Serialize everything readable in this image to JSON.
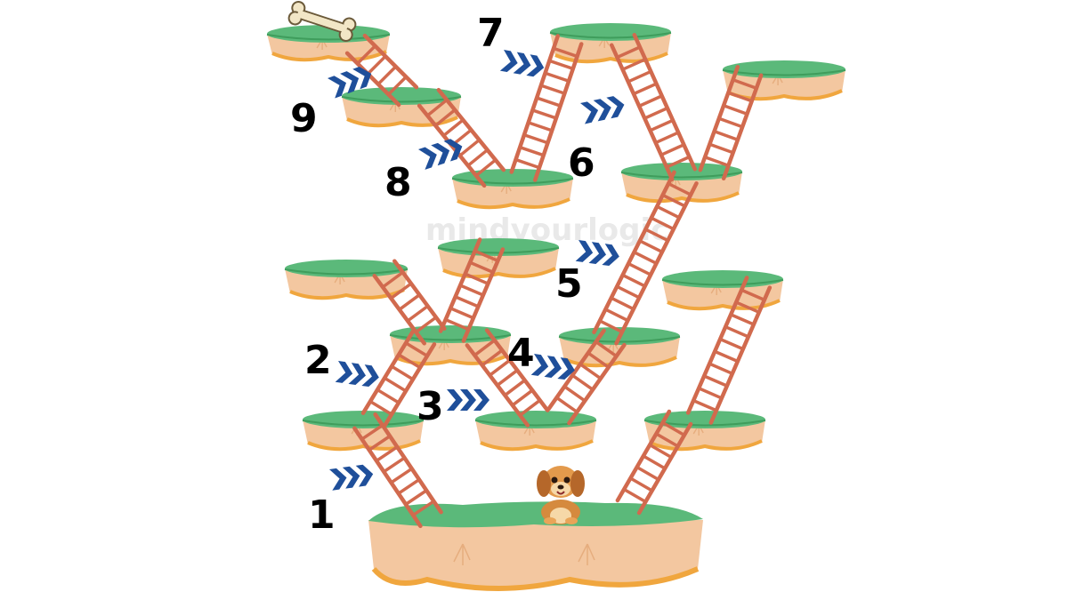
{
  "watermark": "mindyourlogic",
  "colors": {
    "grass": "#5bb97a",
    "grass_dark": "#3f9d5c",
    "soil": "#f3c7a0",
    "soil_dark": "#e6ad7e",
    "soil_bottom": "#f0a63e",
    "ladder": "#d16a4e",
    "arrow": "#1f4f9a",
    "label": "#000000"
  },
  "ladder_labels": [
    "1",
    "2",
    "3",
    "4",
    "5",
    "6",
    "7",
    "8",
    "9"
  ],
  "icons": {
    "puppy": "puppy-icon",
    "bone": "bone-icon",
    "arrow": "chevron-arrow-icon"
  }
}
